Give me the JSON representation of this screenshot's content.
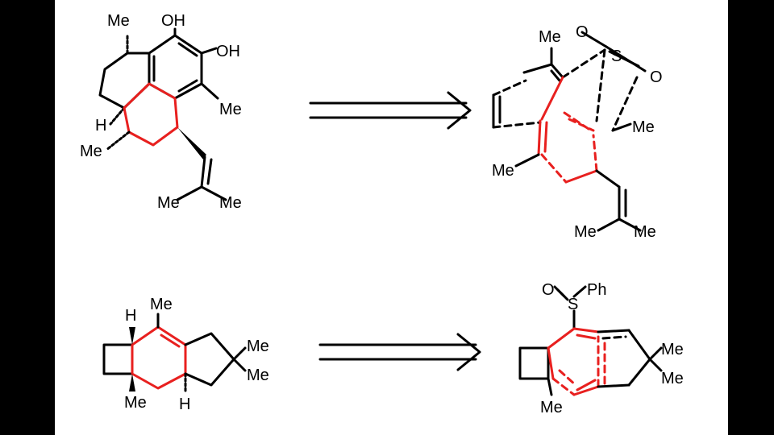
{
  "colors": {
    "background": "#000000",
    "panel": "#ffffff",
    "bond": "#000000",
    "highlight": "#e8201f"
  },
  "top_left": {
    "me1": "Me",
    "oh1": "OH",
    "oh2": "OH",
    "me2": "Me",
    "h": "H",
    "me3": "Me",
    "me4": "Me",
    "me5": "Me"
  },
  "top_right": {
    "me1": "Me",
    "o1": "O",
    "s": "S",
    "o2": "O",
    "me2": "Me",
    "me3": "Me",
    "me4": "Me",
    "me5": "Me"
  },
  "bottom_left": {
    "h1": "H",
    "me1": "Me",
    "me2": "Me",
    "me3": "Me",
    "me4": "Me",
    "h2": "H"
  },
  "bottom_right": {
    "o": "O",
    "s": "S",
    "ph": "Ph",
    "me1": "Me",
    "me2": "Me",
    "me3": "Me"
  }
}
